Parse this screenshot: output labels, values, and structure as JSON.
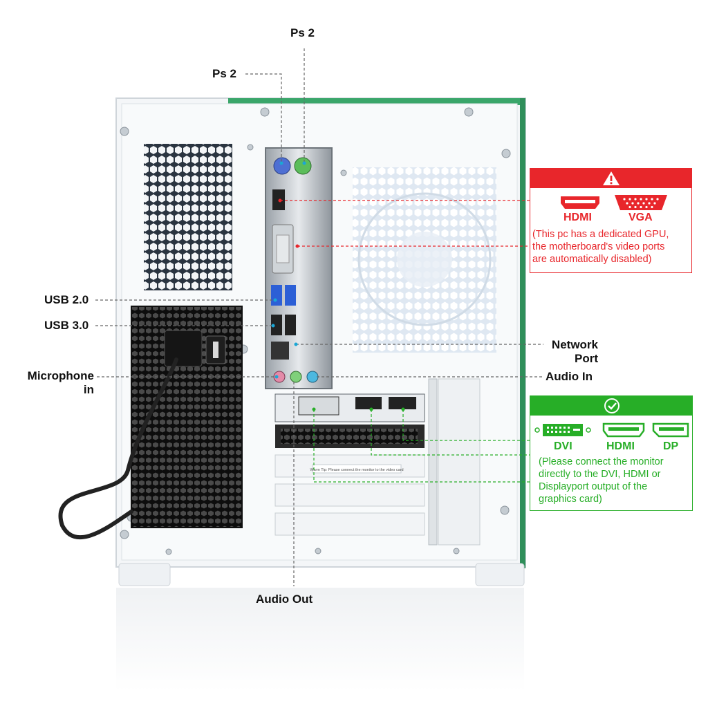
{
  "callouts": {
    "ps2_top": "Ps 2",
    "ps2_left": "Ps 2",
    "usb20": "USB 2.0",
    "usb30": "USB 3.0",
    "microphone_line1": "Microphone",
    "microphone_line2": "in",
    "network_line1": "Network",
    "network_line2": "Port",
    "audio_in": "Audio In",
    "audio_out": "Audio Out"
  },
  "warning_panel": {
    "ports": [
      "HDMI",
      "VGA"
    ],
    "note": [
      "(This pc has a dedicated GPU,",
      "the motherboard's video ports",
      "are automatically disabled)"
    ],
    "color": "#e8262b",
    "icon": "warning-triangle-icon"
  },
  "gpu_panel": {
    "ports": [
      "DVI",
      "HDMI",
      "DP"
    ],
    "note": [
      "(Please connect the monitor",
      "directly to the DVI, HDMI or",
      "Displayport output of the",
      "graphics card)"
    ],
    "color": "#27ae27",
    "icon": "check-circle-icon"
  },
  "case_sticker": "Warm Tip: Please connect the monitor to the video card"
}
